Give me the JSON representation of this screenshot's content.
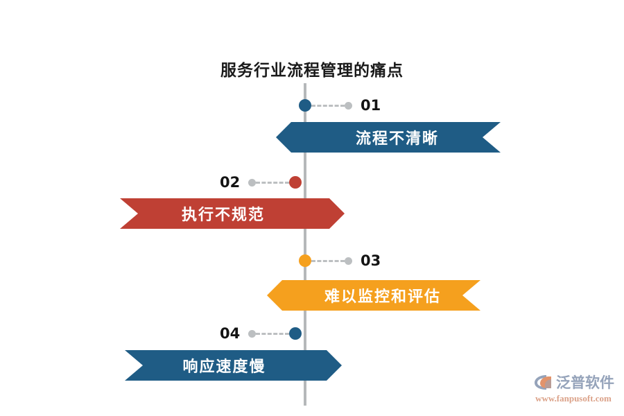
{
  "page": {
    "title": "服务行业流程管理的痛点",
    "background_color": "#FFFFFF",
    "axis_color": "#B5B8BA"
  },
  "timeline": {
    "items": [
      {
        "number": "01",
        "label": "流程不清晰",
        "color": "#1F5C85",
        "side": "right",
        "node_dot_color": "#1F5C85"
      },
      {
        "number": "02",
        "label": "执行不规范",
        "color": "#BF4034",
        "side": "left",
        "node_dot_color": "#BF4034"
      },
      {
        "number": "03",
        "label": "难以监控和评估",
        "color": "#F5A01E",
        "side": "right",
        "node_dot_color": "#F5A01E"
      },
      {
        "number": "04",
        "label": "响应速度慢",
        "color": "#1F5C85",
        "side": "left",
        "node_dot_color": "#1F5C85"
      }
    ]
  },
  "watermark": {
    "brand": "泛普软件",
    "url": "www.fanpusoft.com",
    "brand_color": "#8D9CB5",
    "url_color": "#D89A7E",
    "mark_color_primary": "#8D9CB5",
    "mark_color_accent": "#E08A5F"
  }
}
